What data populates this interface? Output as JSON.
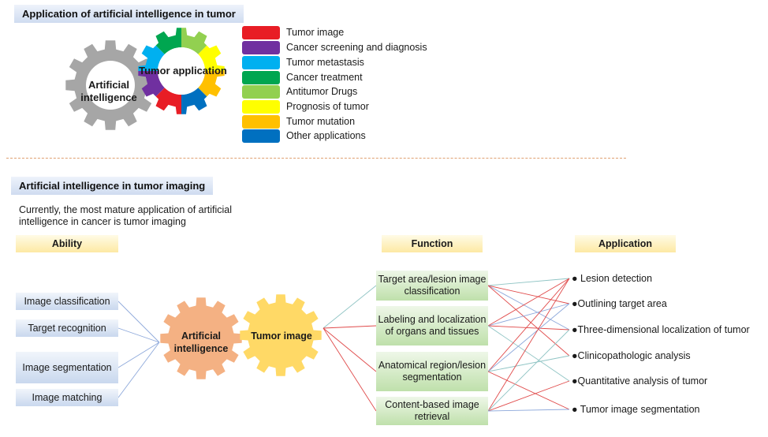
{
  "top": {
    "title": "Application of artificial intelligence in tumor",
    "gear_ai_label": "Artificial intelligence",
    "gear_tumor_label": "Tumor application",
    "legend": [
      {
        "label": "Tumor image",
        "color": "#e81d25"
      },
      {
        "label": "Cancer screening and diagnosis",
        "color": "#7030a0"
      },
      {
        "label": "Tumor metastasis",
        "color": "#00b0f0"
      },
      {
        "label": "Cancer treatment",
        "color": "#00a650"
      },
      {
        "label": "Antitumor Drugs",
        "color": "#92d050"
      },
      {
        "label": "Prognosis of tumor",
        "color": "#ffff00"
      },
      {
        "label": "Tumor mutation",
        "color": "#ffc000"
      },
      {
        "label": "Other applications",
        "color": "#0070c0"
      }
    ]
  },
  "bottom": {
    "title": "Artificial intelligence in tumor imaging",
    "intro": "Currently, the most mature application of artificial intelligence in cancer is tumor imaging",
    "headers": {
      "ability": "Ability",
      "function": "Function",
      "application": "Application"
    },
    "gear_ai_label": "Artificial intelligence",
    "gear_image_label": "Tumor image",
    "abilities": [
      "Image classification",
      "Target recognition",
      "Image segmentation",
      "Image matching"
    ],
    "functions": [
      "Target area/lesion image classification",
      "Labeling and localization of organs and tissues",
      "Anatomical region/lesion segmentation",
      "Content-based image retrieval"
    ],
    "applications": [
      "● Lesion detection",
      "●Outlining target area",
      "●Three-dimensional localization of tumor",
      "●Clinicopathologic analysis",
      "●Quantitative analysis of tumor",
      "● Tumor image segmentation"
    ]
  },
  "colors": {
    "gear_ai_top": "#a6a6a6",
    "gear_ai_bottom": "#f4b183",
    "gear_image_bottom": "#ffd966",
    "line_blue": "#8ea9db",
    "line_red": "#e04a4a",
    "line_teal": "#8fc4c4"
  }
}
